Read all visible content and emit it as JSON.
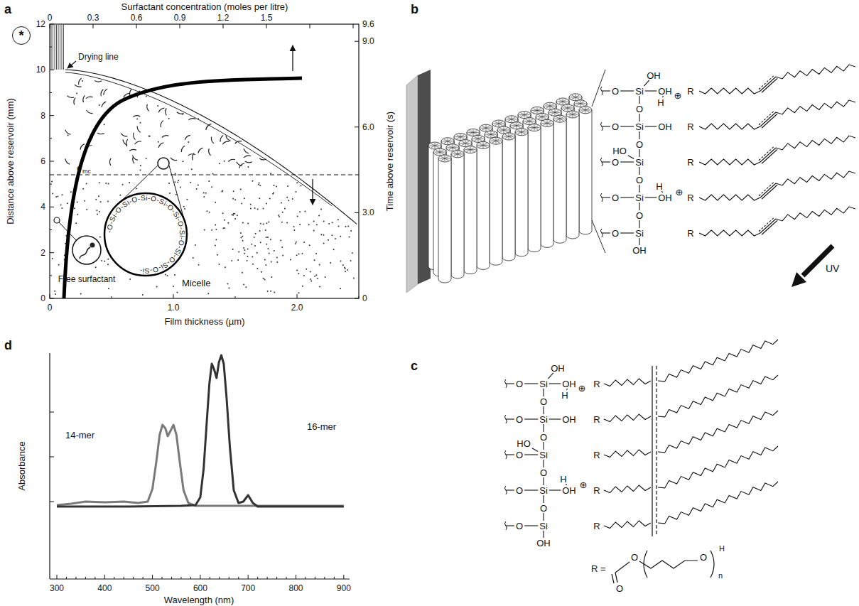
{
  "diagram": {
    "nodes": [
      {
        "text": [
          "*"
        ]
      }
    ],
    "labels": [
      "a",
      "Surfactant concentration (moles per litre)",
      "0",
      "0.3",
      "0.6",
      "0.9",
      "1.2",
      "1.5",
      "12",
      "10",
      "8",
      "6",
      "4",
      "2",
      "0",
      "Distance above reservoir (mm)",
      "9.6",
      "9.0",
      "6.0",
      "3.0",
      "0",
      "Time above reservoir (s)",
      "0",
      "1.0",
      "2.0",
      "Film thickness (µm)",
      "Drying line",
      "c",
      "mc",
      "-O-Si-O-Si-O-Si-O-Si-O-Si-O-Si-O-Si-O-Si-O-Si-",
      "Micelle",
      "Free surfactant",
      "b",
      "O",
      "Si",
      "OH",
      "OH",
      "H",
      "⊕",
      "O",
      "O",
      "Si",
      "OH",
      "O",
      "HO",
      "O",
      "Si",
      "O",
      "O",
      "Si",
      "H",
      "OH",
      "⊕",
      "O",
      "O",
      "Si",
      "OH",
      "R",
      "R",
      "R",
      "R",
      "R",
      "UV",
      "c",
      "O",
      "Si",
      "OH",
      "OH",
      "H",
      "⊕",
      "O",
      "O",
      "Si",
      "OH",
      "O",
      "HO",
      "O",
      "Si",
      "O",
      "O",
      "Si",
      "H",
      "OH",
      "⊕",
      "O",
      "O",
      "Si",
      "OH",
      "R",
      "R",
      "R",
      "R",
      "R",
      "R =",
      "O",
      "O",
      "O",
      "H",
      "n",
      "d",
      "Absorbance",
      "Wavelength (nm)",
      "300",
      "400",
      "500",
      "600",
      "700",
      "800",
      "900",
      "14-mer",
      "16-mer"
    ]
  }
}
